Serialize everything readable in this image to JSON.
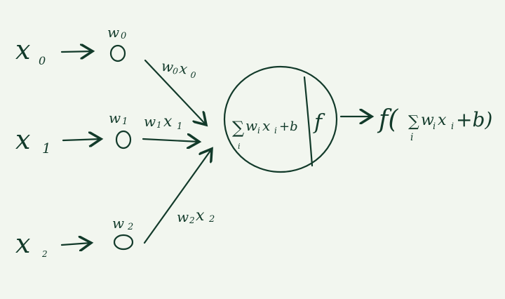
{
  "inputs": [
    {
      "x": "x",
      "sub": "0",
      "w": "w",
      "wsub": "0",
      "prod": "w",
      "prodsub1": "0",
      "prodx": "x",
      "prodsub2": "0"
    },
    {
      "x": "x",
      "sub": "1",
      "w": "w",
      "wsub": "1",
      "prod": "w",
      "prodsub1": "1",
      "prodx": "x",
      "prodsub2": "1"
    },
    {
      "x": "x",
      "sub": "2",
      "w": "w",
      "wsub": "2",
      "prod": "w",
      "prodsub1": "2",
      "prodx": "x",
      "prodsub2": "2"
    }
  ],
  "neuron": {
    "sum_symbol": "∑",
    "sum_index": "i",
    "sum_expr": "w",
    "sum_expr_sub": "i",
    "sum_expr_x": "x",
    "sum_expr_x_sub": "i",
    "sum_bias": "+b",
    "activation": "f"
  },
  "output": {
    "text_f": "f(",
    "sum_symbol": "∑",
    "sum_index": "i",
    "w": "w",
    "w_sub": "i",
    "x": "x",
    "x_sub": "i",
    "tail": "+b)"
  }
}
